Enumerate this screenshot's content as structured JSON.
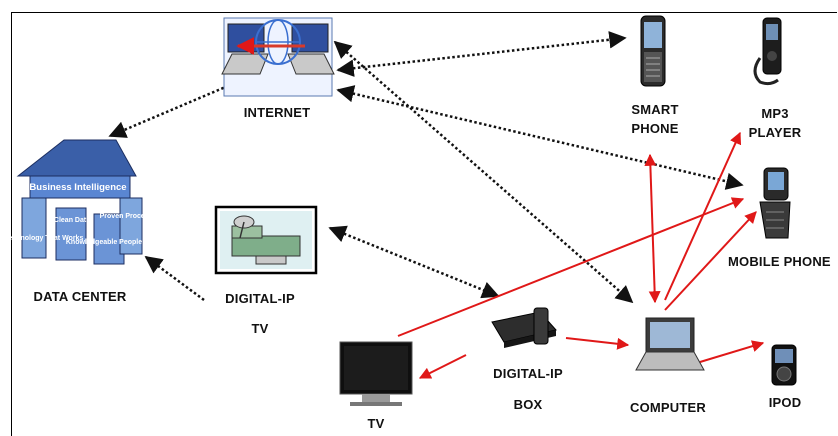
{
  "nodes": {
    "internet": {
      "label": "INTERNET"
    },
    "smart_phone": {
      "line1": "SMART",
      "line2": "PHONE"
    },
    "mp3_player": {
      "line1": "MP3",
      "line2": "PLAYER"
    },
    "data_center": {
      "label": "DATA CENTER",
      "roof_text": "Business Intelligence",
      "pillars": [
        "Technology That Works",
        "Clean Data",
        "Knowledgeable People",
        "Proven Processes"
      ]
    },
    "digital_ip_tv": {
      "line1": "DIGITAL-IP",
      "line2": "TV"
    },
    "mobile_phone": {
      "label": "MOBILE PHONE"
    },
    "digital_ip_box": {
      "line1": "DIGITAL-IP",
      "line2": "BOX"
    },
    "computer": {
      "label": "COMPUTER"
    },
    "ipod": {
      "label": "IPOD"
    },
    "tv": {
      "label": "TV"
    }
  },
  "colors": {
    "dotted_link": "#111111",
    "red_link": "#e01818",
    "frame": "#000000"
  },
  "links": {
    "dotted_bidirectional": [
      [
        "internet",
        "smart_phone"
      ],
      [
        "internet",
        "mobile_phone"
      ],
      [
        "internet",
        "computer"
      ],
      [
        "digital_ip_tv",
        "digital_ip_box"
      ]
    ],
    "dotted_one_way": [
      [
        "internet",
        "data_center"
      ],
      [
        "digital_ip_tv",
        "data_center"
      ]
    ],
    "red_bidirectional": [
      [
        "computer",
        "smart_phone"
      ]
    ],
    "red_one_way": [
      [
        "tv",
        "mobile_phone"
      ],
      [
        "digital_ip_box",
        "tv"
      ],
      [
        "digital_ip_box",
        "computer"
      ],
      [
        "computer",
        "mp3_player"
      ],
      [
        "computer",
        "mobile_phone"
      ],
      [
        "computer",
        "ipod"
      ]
    ]
  }
}
